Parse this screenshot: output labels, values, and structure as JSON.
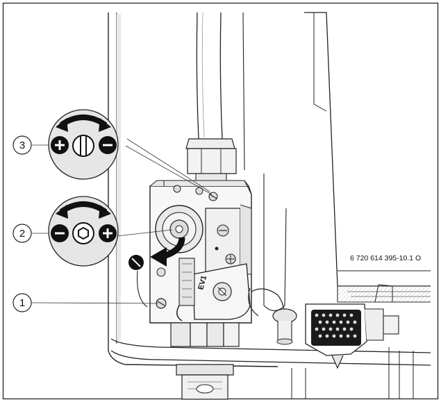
{
  "figure": {
    "code": "6 720 614 395-10.1 O",
    "valve_marking": "EV1",
    "callouts": [
      {
        "label": "1",
        "target": "ignition-pressure-test-nipple"
      },
      {
        "label": "2",
        "target": "gas-flow-adjustment-screw"
      },
      {
        "label": "3",
        "target": "minimum-adjustment-screw"
      }
    ],
    "detail_views": [
      {
        "callout": "3",
        "left_symbol": "plus",
        "right_symbol": "minus",
        "screw": "slotted"
      },
      {
        "callout": "2",
        "left_symbol": "minus",
        "right_symbol": "plus",
        "screw": "hex"
      }
    ],
    "colors": {
      "line": "#111111",
      "fill_light": "#e6e6e6",
      "fill_mid": "#cfcfcf",
      "fill_dark": "#9a9a9a"
    }
  }
}
